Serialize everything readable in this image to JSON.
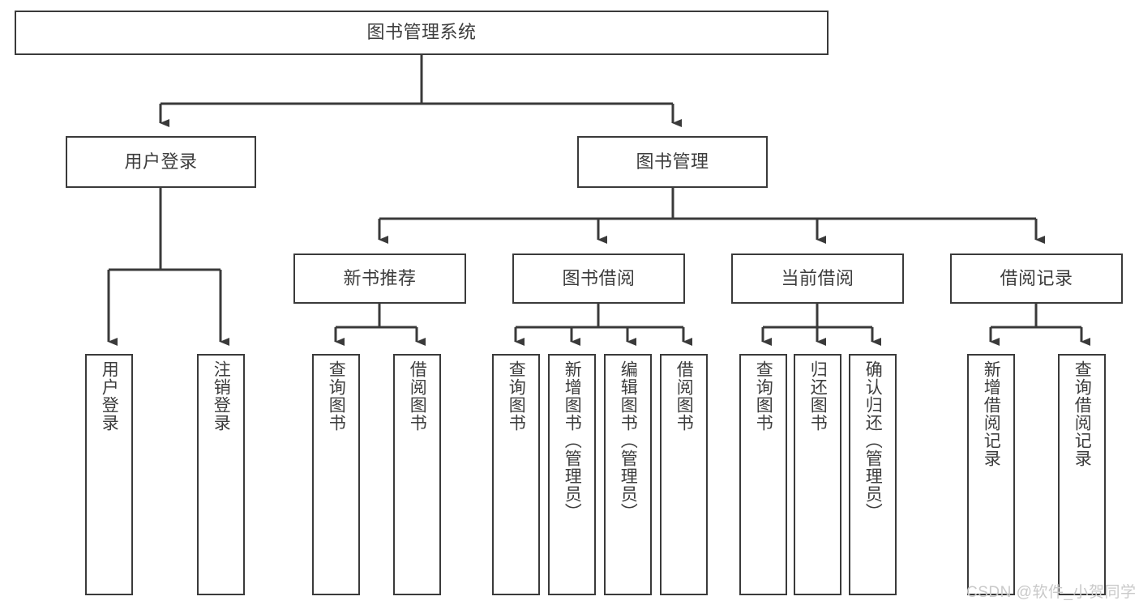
{
  "diagram": {
    "title": "图书管理系统",
    "type": "tree",
    "root": {
      "id": "root",
      "label": "图书管理系统"
    },
    "level2": [
      {
        "id": "user-login",
        "label": "用户登录"
      },
      {
        "id": "book-manage",
        "label": "图书管理"
      }
    ],
    "level3": [
      {
        "id": "new-book-recommend",
        "label": "新书推荐",
        "parent": "book-manage"
      },
      {
        "id": "book-borrow",
        "label": "图书借阅",
        "parent": "book-manage"
      },
      {
        "id": "current-borrow",
        "label": "当前借阅",
        "parent": "book-manage"
      },
      {
        "id": "borrow-record",
        "label": "借阅记录",
        "parent": "book-manage"
      }
    ],
    "leaves": [
      {
        "id": "leaf-user-login",
        "label": "用户登录",
        "parent": "user-login"
      },
      {
        "id": "leaf-logout-login",
        "label": "注销登录",
        "parent": "user-login"
      },
      {
        "id": "leaf-query-book-1",
        "label": "查询图书",
        "parent": "new-book-recommend"
      },
      {
        "id": "leaf-borrow-book-1",
        "label": "借阅图书",
        "parent": "new-book-recommend"
      },
      {
        "id": "leaf-query-book-2",
        "label": "查询图书",
        "parent": "book-borrow"
      },
      {
        "id": "leaf-add-book",
        "label": "新增图书（管理员）",
        "parent": "book-borrow"
      },
      {
        "id": "leaf-edit-book",
        "label": "编辑图书（管理员）",
        "parent": "book-borrow"
      },
      {
        "id": "leaf-borrow-book-2",
        "label": "借阅图书",
        "parent": "book-borrow"
      },
      {
        "id": "leaf-query-book-3",
        "label": "查询图书",
        "parent": "current-borrow"
      },
      {
        "id": "leaf-return-book",
        "label": "归还图书",
        "parent": "current-borrow"
      },
      {
        "id": "leaf-confirm-return",
        "label": "确认归还（管理员）",
        "parent": "current-borrow"
      },
      {
        "id": "leaf-add-record",
        "label": "新增借阅记录",
        "parent": "borrow-record"
      },
      {
        "id": "leaf-query-record",
        "label": "查询借阅记录",
        "parent": "borrow-record"
      }
    ]
  },
  "watermark": {
    "text": "CSDN @软件_小贺同学"
  },
  "colors": {
    "border": "#3a3a3a",
    "text": "#3d3d3d",
    "background": "#ffffff",
    "watermark": "#c9c9c9"
  }
}
